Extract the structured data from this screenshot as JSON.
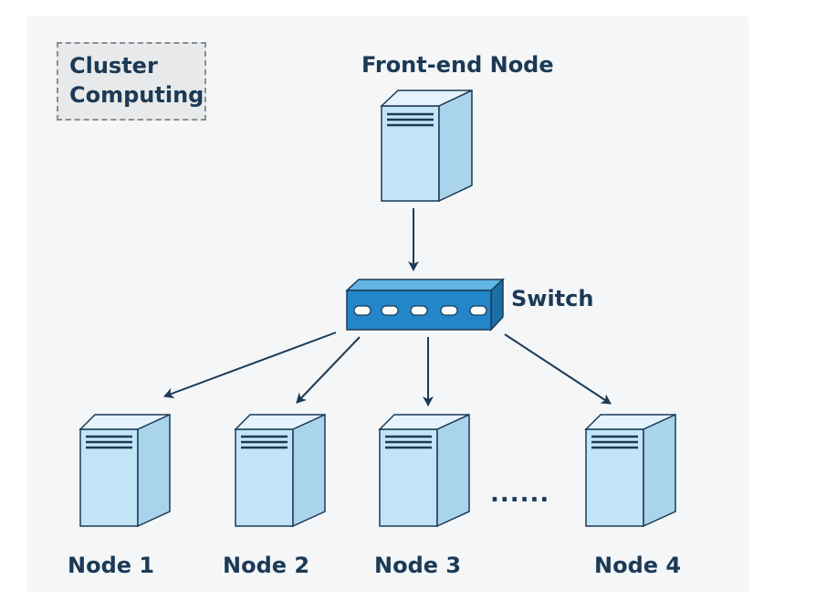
{
  "diagram": {
    "title_lines": [
      "Cluster",
      "Computing"
    ],
    "front_end_label": "Front-end Node",
    "switch_label": "Switch",
    "nodes": [
      {
        "label": "Node 1"
      },
      {
        "label": "Node 2"
      },
      {
        "label": "Node 3"
      },
      {
        "label": "Node 4"
      }
    ],
    "ellipsis": "......",
    "colors": {
      "server_front": "#c1e4f7",
      "server_side": "#a9d4ec",
      "server_top": "#e4f3fc",
      "outline": "#1c3a56",
      "switch_front": "#2386c8",
      "switch_top": "#62b5e5",
      "text": "#1c3a56"
    }
  }
}
